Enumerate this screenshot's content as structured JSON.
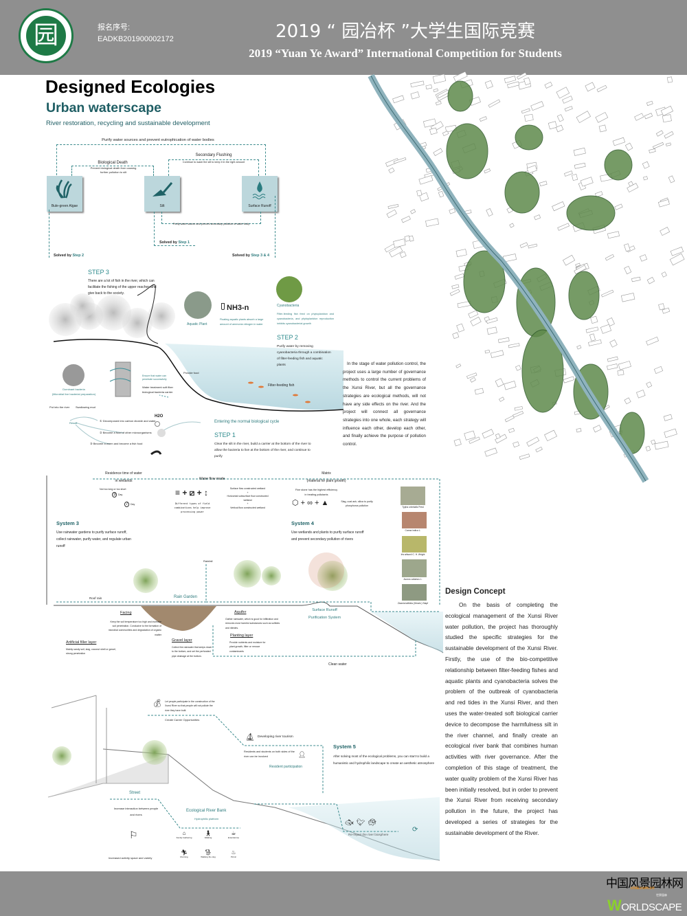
{
  "header": {
    "reg_label": "报名序号:",
    "reg_number": "EADKB201900002172",
    "title_cn": "2019 “ 园冶杯 ”大学生国际竞赛",
    "title_en": "2019 “Yuan Ye Award” International Competition for  Students",
    "logo_text": "园"
  },
  "title": {
    "main": "Designed Ecologies",
    "sub": "Urban waterscape",
    "tagline": "River restoration, recycling and sustainable development"
  },
  "problems": {
    "top_label": "Purify water sources and prevent eutrophication of water bodies",
    "bio_death": "Biological Death",
    "bio_death_desc": "Prevent biological death from causing further pollution to silt",
    "flushing": "Secondary Flushing",
    "flushing_desc": "Continue to wash the silt to keep it in the right amount",
    "boxes": [
      "Bule-green Algae",
      "Silt",
      "Surface Runoff"
    ],
    "bottom_label": "Purify water source and prevent secondary pollution of water body",
    "solved_prefix": "Solved by",
    "solved": [
      "Step 2",
      "Step 1",
      "Step 3 & 4"
    ]
  },
  "step3": {
    "title": "STEP 3",
    "text": "There are a lot of fish in the river, which can facilitate the fishing of the upper reaches and give back to the society."
  },
  "step2": {
    "aquatic_plant": "Aquatic Plant",
    "nh3": "NH3-n",
    "nh3_desc": "Floating aquatic plants absorb a large amount of ammonia nitrogen in water",
    "cyano": "Cyanobacteria",
    "cyano_desc": "Filter-feeding fish feed on phytoplankton and cyanobacteria, and phytoplankton reproduction inhibits cyanobacterial growth",
    "title": "STEP 2",
    "text": "Purify water by removing cyanobacteria through a combination of filter-feeding fish and aquatic plants",
    "provide_food": "Provide food",
    "filter_fish": "Filter-feeding fish"
  },
  "step1": {
    "bacteria": "Dominant bacteria",
    "bacteria_sub": "(Microbial live bacterial preparation)",
    "ensure": "Ensure that water can penetrate successfully",
    "carrier1": "Water treatment soft fiber",
    "carrier2": "biological bacteria carrier",
    "put": "Put into the river",
    "swallow": "Swallowing mud",
    "result": "Result",
    "results": [
      "① Decomposed into carbon dioxide and water",
      "② Become a food of other microorganisms",
      "③ Become a worm and become a fish food"
    ],
    "h2o": "H2O",
    "cycle": "Entering the normal biological cycle",
    "title": "STEP 1",
    "text": "Clear the silt in the river, build a carrier at the bottom of the river to allow the bacteria to live at the bottom of the river, and continue to purify"
  },
  "pollution_text": "In the stage of water pollution control, the project uses a large number of governance methods to control the current problems of the Xunsi River, but all the governance strategies are ecological methods, will not have any side effects on the river. And the project will connect all governance strategies into one whole, each strategy will influence each other, develop each other, and finally achieve the purpose of pollution control.",
  "wetland": {
    "residence": "Residence time of water",
    "residence2": "in wetlands",
    "not_too": "Not too long or too short",
    "day3": "3",
    "day7": "7",
    "day": "Day",
    "flow": "Water flow mode",
    "combo": "Different types of field combinations help improve processing power",
    "flow_types": [
      "Surface flow constructed wetland",
      "+",
      "Horizontal subsurface flow constructed wetland",
      "+",
      "Vertical flow constructed wetland"
    ],
    "matrix": "Matrix",
    "matrix2": "(material for plant growth)",
    "fine_stone": "Fine stone has the highest efficiency in treating pollutants",
    "slag": "Slag, coal ash, silica to purify phosphorus pollution",
    "plants": [
      "Typha orientalis Presl",
      "Canna indica L.",
      "Iris wilsonii C. H. Wright",
      "Acorus calamus L.",
      "Zizania latifolia (Griseb.) Stapf"
    ]
  },
  "system3": {
    "title": "System 3",
    "text": "Use rainwater gardens to purify surface runoff, collect rainwater, purify water, and regulate urban runoff"
  },
  "system4": {
    "title": "System 4",
    "text": "Use wetlands and plants to purify surface runoff and prevent secondary pollution of rivers"
  },
  "raingarden": {
    "rainfall": "Rainfall",
    "roof_rain": "Roof rain",
    "rain_garden": "Rain Garden",
    "facing": "Facing",
    "facing_desc": "Keep the soil temperature too high and increase soil penetration. Conducive to the formation of microbial communities and degradation of organic matter",
    "filter": "Artificial filler layer",
    "filter_desc": "Mainly sandy soil, slag, coconut shell or gravel, strong penetration",
    "gravel": "Gravel layer",
    "gravel_desc": "Collect the rainwater that seeps down to the bottom, and set the perforated pipe drainage at the bottom.",
    "aquifer": "Aquifer",
    "aquifer_desc": "Gather rainwater, which is good for infiltration and removes most harmful substances such as sulfides and nitrides.",
    "planting": "Planting layer",
    "planting_desc": "Provide nutrients and moisture for plant growth, filter or remove contaminants",
    "runoff": "Surface Runoff",
    "runoff2": "Purification System",
    "clean": "Clean water"
  },
  "system5": {
    "career_desc": "Let people participate in the construction of the Xunsi River so that people will not pollute the river they have built.",
    "career": "Create Career Opportunities",
    "tourism": "Developing river tourism",
    "residents": "Residents and students on both sides of the river can be involved",
    "participation": "Resident participation",
    "title": "System 5",
    "text": "After solving most of the ecological problems, you can start to build a humanistic and hydrophilic landscape to create an aesthetic atmosphere",
    "street": "Street",
    "interaction": "Increase interaction between people and rivers",
    "activity": "Increased activity space and variety",
    "bank": "Ecological River Bank",
    "platform": "Hydrophilic platform",
    "activities": [
      "Family Gathering",
      "Walking",
      "Entertainme",
      "Running",
      "Walking the dog",
      "Picnic"
    ],
    "biosphere": "Re-repair the river biosphere"
  },
  "concept": {
    "title": "Design Concept",
    "text": "On the basis of completing the ecological management of the Xunsi River water pollution, the project has thoroughly studied the specific strategies for the sustainable development of the Xunsi River. Firstly, the use of the bio-competitive relationship between filter-feeding fishes and aquatic plants and cyanobacteria solves the problem of the outbreak of cyanobacteria and red tides in the Xunsi River, and then uses the water-treated soft biological carrier device to decompose the harmfulness silt in the river channel, and finally create an ecological river bank that combines human activities with river governance. After the completion of this stage of treatment, the water quality problem of the Xunsi River has been initially resolved, but in order to prevent the Xunsi River from receiving secondary pollution in the future, the project has developed a series of strategies for the sustainable development of the River."
  },
  "footer": {
    "cn_logo": "中国风景园林网",
    "url": "chla.com.cn",
    "worldscape": "WORLDSCAPE",
    "worldscape_cn": "世界园林"
  },
  "colors": {
    "header": "#8f8f8f",
    "teal": "#2c7a7c",
    "dark_teal": "#1f5e64",
    "box": "#bcd7dc"
  }
}
